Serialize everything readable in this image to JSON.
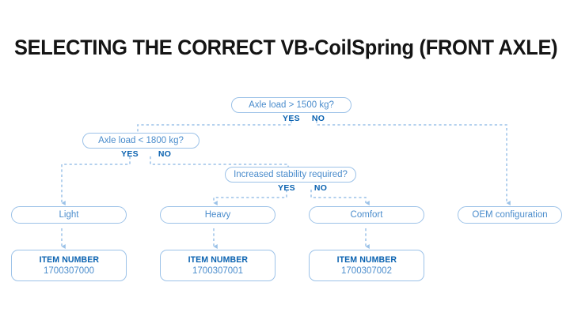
{
  "title": "SELECTING THE CORRECT VB-CoilSpring (FRONT AXLE)",
  "colors": {
    "title_text": "#141414",
    "node_border": "#9cc2e8",
    "node_text": "#4a8ccc",
    "branch_label": "#0a62b0",
    "connector": "#9cc2e8",
    "item_heading": "#0a62b0",
    "background": "#ffffff"
  },
  "chart_data": {
    "type": "diagram",
    "title": "SELECTING THE CORRECT VB-CoilSpring (FRONT AXLE)",
    "diagram_kind": "decision-flowchart",
    "nodes": [
      {
        "id": "q1",
        "kind": "decision",
        "label": "Axle load > 1500 kg?"
      },
      {
        "id": "q2",
        "kind": "decision",
        "label": "Axle load < 1800 kg?"
      },
      {
        "id": "q3",
        "kind": "decision",
        "label": "Increased stability required?"
      },
      {
        "id": "light",
        "kind": "outcome",
        "label": "Light"
      },
      {
        "id": "heavy",
        "kind": "outcome",
        "label": "Heavy"
      },
      {
        "id": "comfort",
        "kind": "outcome",
        "label": "Comfort"
      },
      {
        "id": "oem",
        "kind": "outcome",
        "label": "OEM configuration"
      },
      {
        "id": "item1",
        "kind": "item",
        "heading": "ITEM NUMBER",
        "value": "1700307000"
      },
      {
        "id": "item2",
        "kind": "item",
        "heading": "ITEM NUMBER",
        "value": "1700307001"
      },
      {
        "id": "item3",
        "kind": "item",
        "heading": "ITEM NUMBER",
        "value": "1700307002"
      }
    ],
    "edges": [
      {
        "from": "q1",
        "to": "q2",
        "label": "YES"
      },
      {
        "from": "q1",
        "to": "oem",
        "label": "NO"
      },
      {
        "from": "q2",
        "to": "light",
        "label": "YES"
      },
      {
        "from": "q2",
        "to": "q3",
        "label": "NO"
      },
      {
        "from": "q3",
        "to": "heavy",
        "label": "YES"
      },
      {
        "from": "q3",
        "to": "comfort",
        "label": "NO"
      },
      {
        "from": "light",
        "to": "item1",
        "label": ""
      },
      {
        "from": "heavy",
        "to": "item2",
        "label": ""
      },
      {
        "from": "comfort",
        "to": "item3",
        "label": ""
      }
    ]
  },
  "nodes": {
    "q1": {
      "label": "Axle load > 1500 kg?",
      "yes": "YES",
      "no": "NO"
    },
    "q2": {
      "label": "Axle load < 1800 kg?",
      "yes": "YES",
      "no": "NO"
    },
    "q3": {
      "label": "Increased stability required?",
      "yes": "YES",
      "no": "NO"
    },
    "light": {
      "label": "Light"
    },
    "heavy": {
      "label": "Heavy"
    },
    "comfort": {
      "label": "Comfort"
    },
    "oem": {
      "label": "OEM configuration"
    },
    "item1": {
      "heading": "ITEM NUMBER",
      "value": "1700307000"
    },
    "item2": {
      "heading": "ITEM NUMBER",
      "value": "1700307001"
    },
    "item3": {
      "heading": "ITEM NUMBER",
      "value": "1700307002"
    }
  }
}
